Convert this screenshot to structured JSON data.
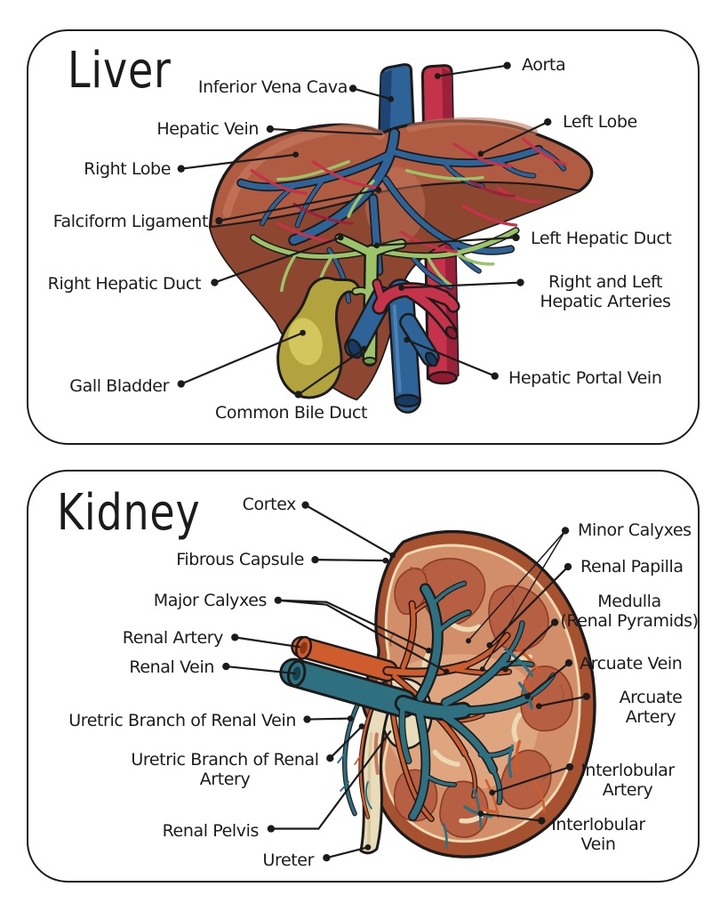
{
  "colors": {
    "ink": "#1b1b1b",
    "paper": "#ffffff",
    "liver": "#b05c42",
    "liver_under": "#8d4630",
    "liver_light": "#c67a5e",
    "blue": "#2e6398",
    "blue_dark": "#1d4472",
    "blue_light": "#4d82b6",
    "blue_inner": "#173a63",
    "red": "#c43349",
    "red_dark": "#9b2039",
    "red_inner": "#8e1b30",
    "green": "#9cc368",
    "green_dark": "#6f9e47",
    "gall": "#b2a33e",
    "gall_light": "#d3c65c",
    "capsule": "#a6512f",
    "cortex": "#d28e68",
    "pyramid": "#b65f43",
    "pyramid_line": "#8a3d26",
    "sinus": "#dea57f",
    "cream": "#ead9b2",
    "teal": "#2e7080",
    "teal_dark": "#17404c",
    "orange": "#cf5c2c",
    "orange_dark": "#8c3414",
    "ureter_cream": "#e9dcba",
    "ureter_shade": "#d6c69c",
    "slot_salmon": "#c87858"
  },
  "liver_panel": {
    "title": "Liver",
    "labels": {
      "inferior_vena_cava": "Inferior Vena Cava",
      "aorta": "Aorta",
      "hepatic_vein": "Hepatic Vein",
      "left_lobe": "Left Lobe",
      "right_lobe": "Right Lobe",
      "falciform_ligament": "Falciform Ligament",
      "left_hepatic_duct": "Left Hepatic Duct",
      "right_hepatic_duct": "Right Hepatic Duct",
      "hepatic_arteries": "Right and Left\nHepatic Arteries",
      "gall_bladder": "Gall Bladder",
      "common_bile_duct": "Common Bile Duct",
      "hepatic_portal_vein": "Hepatic Portal Vein"
    }
  },
  "kidney_panel": {
    "title": "Kidney",
    "labels": {
      "cortex": "Cortex",
      "minor_calyxes": "Minor Calyxes",
      "fibrous_capsule": "Fibrous Capsule",
      "renal_papilla": "Renal Papilla",
      "major_calyxes": "Major Calyxes",
      "medulla": "Medulla\n(Renal Pyramids)",
      "renal_artery": "Renal Artery",
      "renal_vein": "Renal Vein",
      "arcuate_vein": "Arcuate Vein",
      "arcuate_artery": "Arcuate\nArtery",
      "uretric_branch_vein": "Uretric Branch of Renal Vein",
      "uretric_branch_artery": "Uretric Branch of Renal\nArtery",
      "renal_pelvis": "Renal Pelvis",
      "ureter": "Ureter",
      "interlobular_artery": "Interlobular\nArtery",
      "interlobular_vein": "Interlobular\nVein"
    }
  }
}
